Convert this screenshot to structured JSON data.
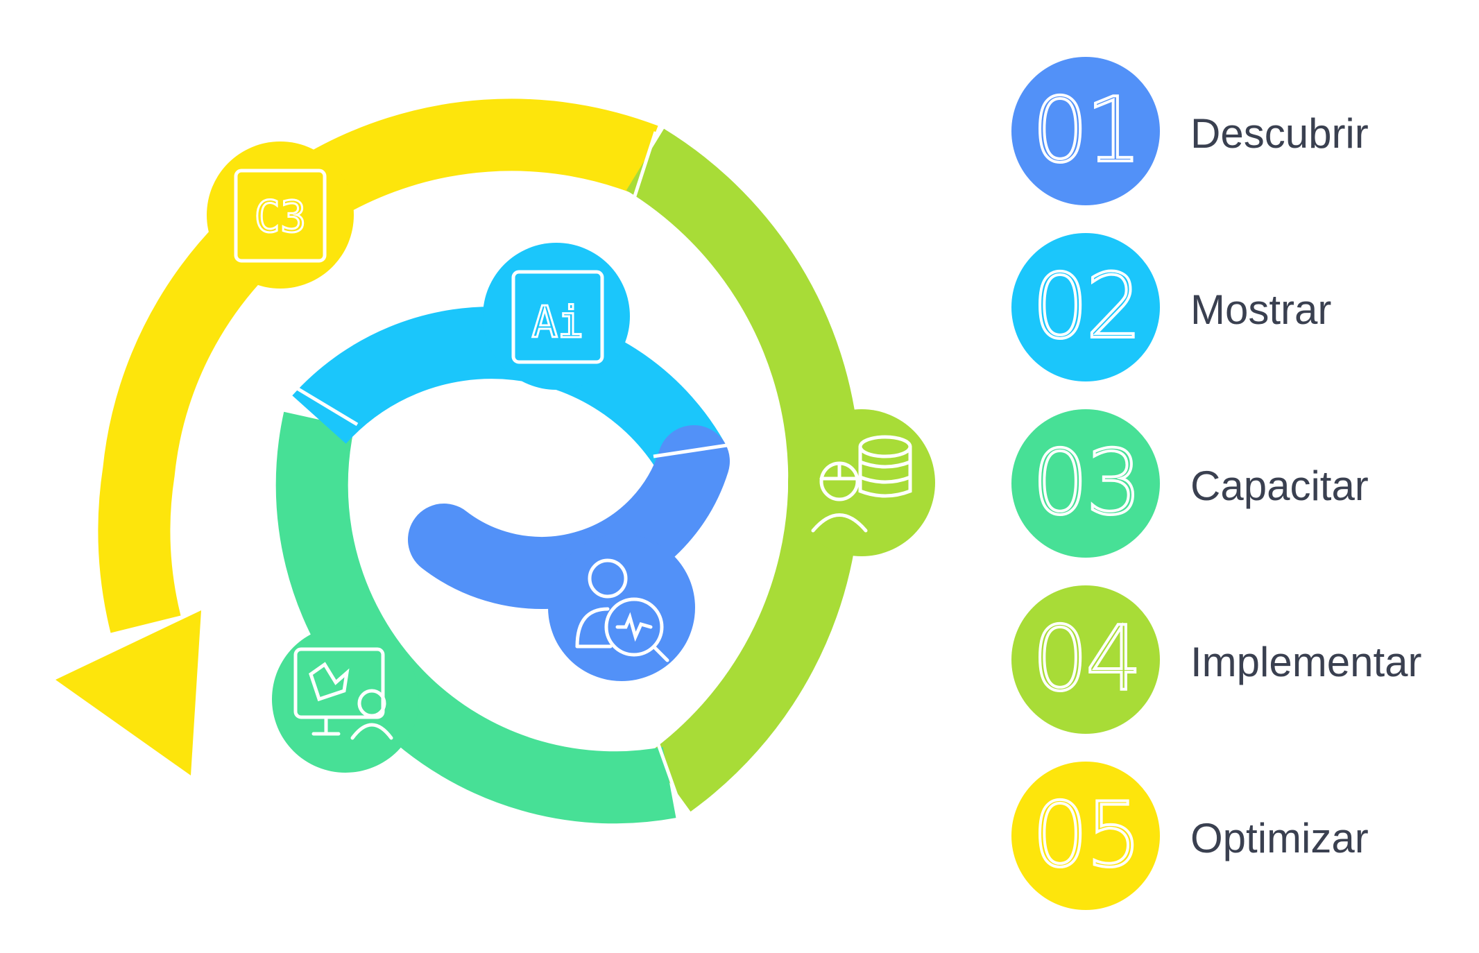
{
  "colors": {
    "blue": "#5291f8",
    "cyan": "#1bc6fb",
    "green": "#47e096",
    "lime": "#a8dc37",
    "yellow": "#fde50c",
    "label_text": "#3a4050",
    "icon_stroke": "#ffffff"
  },
  "diagram": {
    "icons": {
      "c3": {
        "name": "c3-logo-icon",
        "text": "C3"
      },
      "ai": {
        "name": "ai-logo-icon",
        "text": "Ai"
      },
      "engineer": {
        "name": "engineer-database-icon"
      },
      "analyst": {
        "name": "user-analytics-icon"
      },
      "trainer": {
        "name": "presentation-trainer-icon"
      }
    }
  },
  "steps": [
    {
      "number": "01",
      "label": "Descubrir",
      "color": "#5291f8"
    },
    {
      "number": "02",
      "label": "Mostrar",
      "color": "#1bc6fb"
    },
    {
      "number": "03",
      "label": "Capacitar",
      "color": "#47e096"
    },
    {
      "number": "04",
      "label": "Implementar",
      "color": "#a8dc37"
    },
    {
      "number": "05",
      "label": "Optimizar",
      "color": "#fde50c"
    }
  ]
}
